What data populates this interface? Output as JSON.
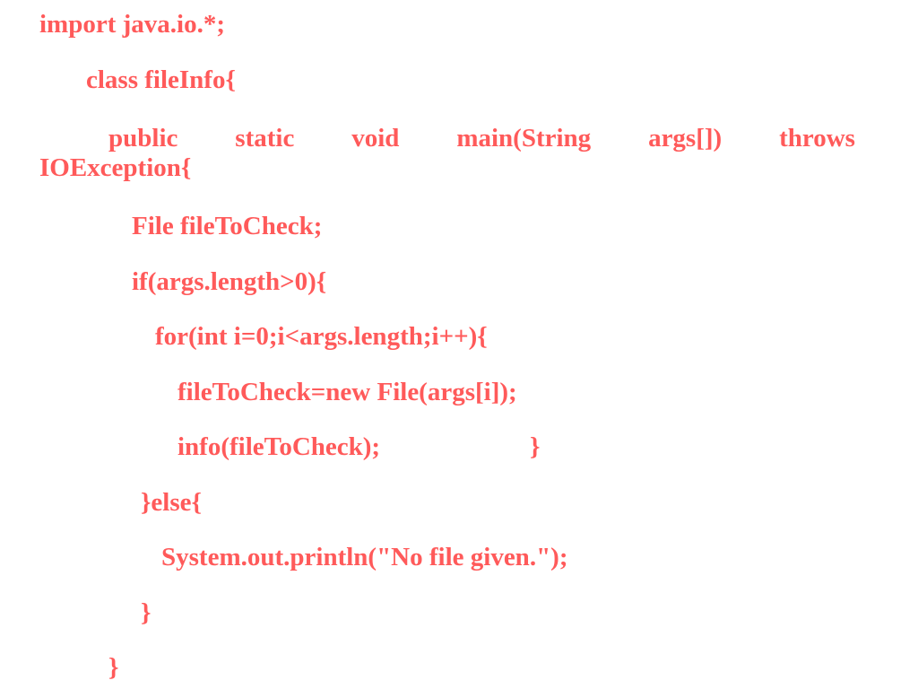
{
  "code": {
    "line1": "import java.io.*;",
    "line2": "class fileInfo{",
    "line3_words": [
      "public",
      "static",
      "void",
      "main(String",
      "args[])",
      "throws"
    ],
    "line3_cont": "IOException{",
    "line4": "File fileToCheck;",
    "line5": "if(args.length>0){",
    "line6": "for(int i=0;i<args.length;i++){",
    "line7": "fileToCheck=new File(args[i]);",
    "line8": "info(fileToCheck);",
    "line8_brace": "}",
    "line9": "}else{",
    "line10": "System.out.println(\"No file given.\");",
    "line11": "}",
    "line12": "}"
  },
  "colors": {
    "text": "#ff5a5a",
    "background": "#ffffff"
  }
}
